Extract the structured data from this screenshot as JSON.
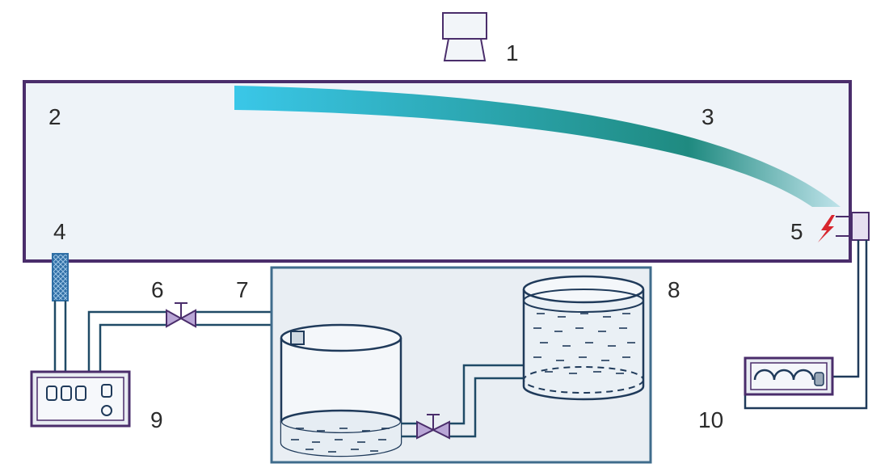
{
  "labels": {
    "l1": "1",
    "l2": "2",
    "l3": "3",
    "l4": "4",
    "l5": "5",
    "l6": "6",
    "l7": "7",
    "l8": "8",
    "l9": "9",
    "l10": "10"
  },
  "colors": {
    "outline": "#4a2d6b",
    "chamber_fill": "#eef3f8",
    "box_fill": "#e9eef3",
    "pipe": "#1f4a66",
    "jet_start": "#3ac7e8",
    "jet_end": "#1f8a80",
    "ignitor": "#d8262e",
    "valve_fill": "#b9a6d6",
    "filter": "#2f6fa6",
    "device_fill": "#e8ecf2"
  },
  "icons": {
    "camera": "camera-icon",
    "valve": "valve-icon",
    "ignitor": "spark-icon",
    "filter": "filter-icon",
    "control_unit": "control-panel-icon",
    "power_source": "coil-icon"
  }
}
